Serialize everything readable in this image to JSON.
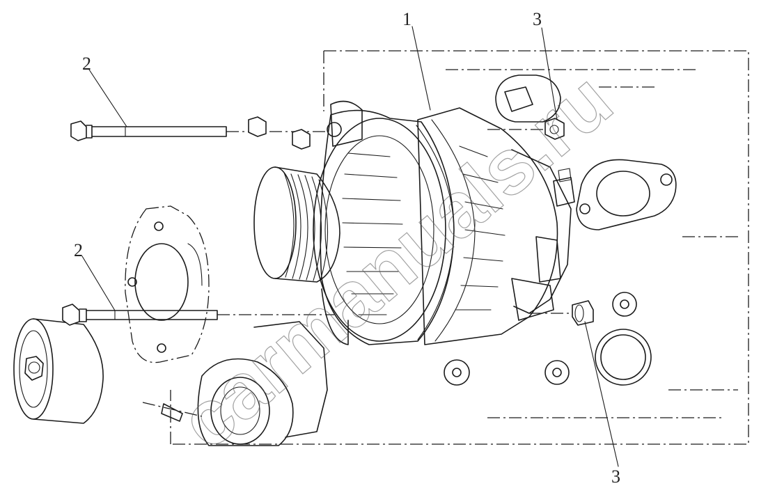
{
  "callouts": [
    {
      "id": "callout-1-alternator",
      "label": "1"
    },
    {
      "id": "callout-2-upper-bolt",
      "label": "2"
    },
    {
      "id": "callout-2-lower-bolt",
      "label": "2"
    },
    {
      "id": "callout-3-upper-nut",
      "label": "3"
    },
    {
      "id": "callout-3-lower-nut",
      "label": "3"
    }
  ],
  "watermark": "carmanuals.ru",
  "colors": {
    "line": "#1a1a1a",
    "background": "#ffffff",
    "watermark": "#555555"
  }
}
